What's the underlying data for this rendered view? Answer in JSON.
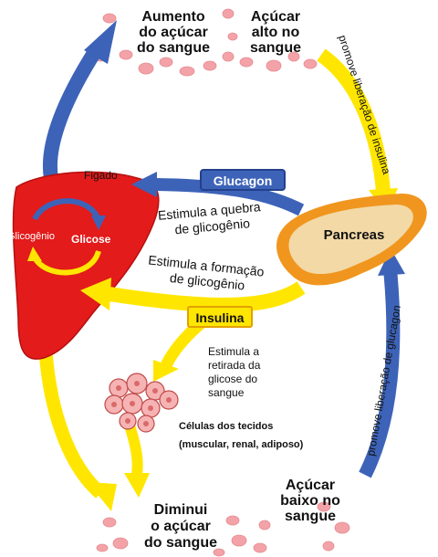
{
  "top_left": {
    "lines": [
      "Aumento",
      "do açúcar",
      "do sangue"
    ]
  },
  "top_right": {
    "lines": [
      "Açúcar",
      "alto no",
      "sangue"
    ]
  },
  "right_arrow_upper": "promove liberação de insulina",
  "right_arrow_lower": "promove liberação de glucagon",
  "liver": {
    "label": "Figado",
    "cycle_left": "Glicogênio",
    "cycle_right": "Glicose"
  },
  "glucagon": "Glucagon",
  "glucagon_effect": [
    "Estimula a quebra",
    "de glicogênio"
  ],
  "pancreas": "Pancreas",
  "insulin_effect_formation": [
    "Estimula a formação",
    "de glicogênio"
  ],
  "insulina": "Insulina",
  "insulin_effect_uptake": [
    "Estimula a",
    "retirada da",
    "glicose do",
    "sangue"
  ],
  "cells": [
    "Células dos tecidos",
    "(muscular, renal, adiposo)"
  ],
  "bottom_right": {
    "lines": [
      "Açúcar",
      "baixo no",
      "sangue"
    ]
  },
  "bottom_center": {
    "lines": [
      "Diminui",
      "o açúcar",
      "do sangue"
    ]
  },
  "colors": {
    "liver": "#e31b1b",
    "pancreas_outer": "#f0961e",
    "pancreas_inner": "#f2d9a6",
    "yellow_arrow": "#ffe600",
    "blue_arrow": "#3d63b8",
    "blood_cell": "#f3a3a8"
  }
}
